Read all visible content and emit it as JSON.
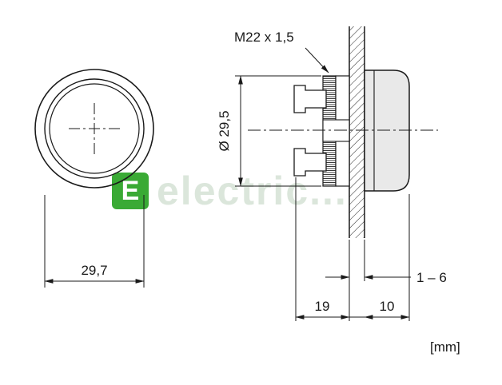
{
  "front_view": {
    "width_label": "29,7"
  },
  "side_view": {
    "thread_label": "M22 x 1,5",
    "diameter_label": "Ø 29,5",
    "panel_thickness_label": "1 – 6",
    "depth_behind_label": "19",
    "depth_front_label": "10"
  },
  "units_label": "[mm]",
  "watermark": {
    "logo_letter": "E",
    "text": "electric..."
  },
  "colors": {
    "line": "#1a1a1a",
    "cap_fill": "#e9e9e9",
    "watermark_green": "#3aaa35",
    "watermark_text": "#dbe6db"
  }
}
